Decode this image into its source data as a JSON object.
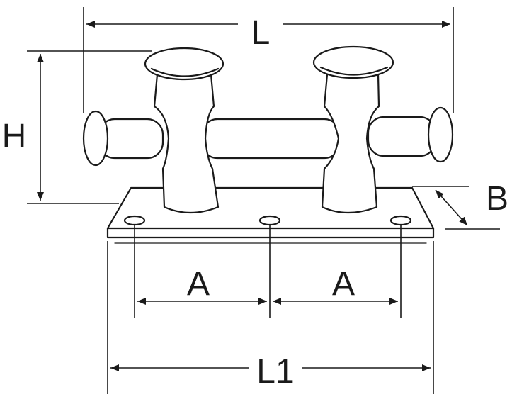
{
  "drawing": {
    "line_color": "#1a1a1a",
    "background": "#ffffff",
    "dimensions": {
      "L": "L",
      "H": "H",
      "B": "B",
      "A_left": "A",
      "A_right": "A",
      "L1": "L1"
    }
  }
}
